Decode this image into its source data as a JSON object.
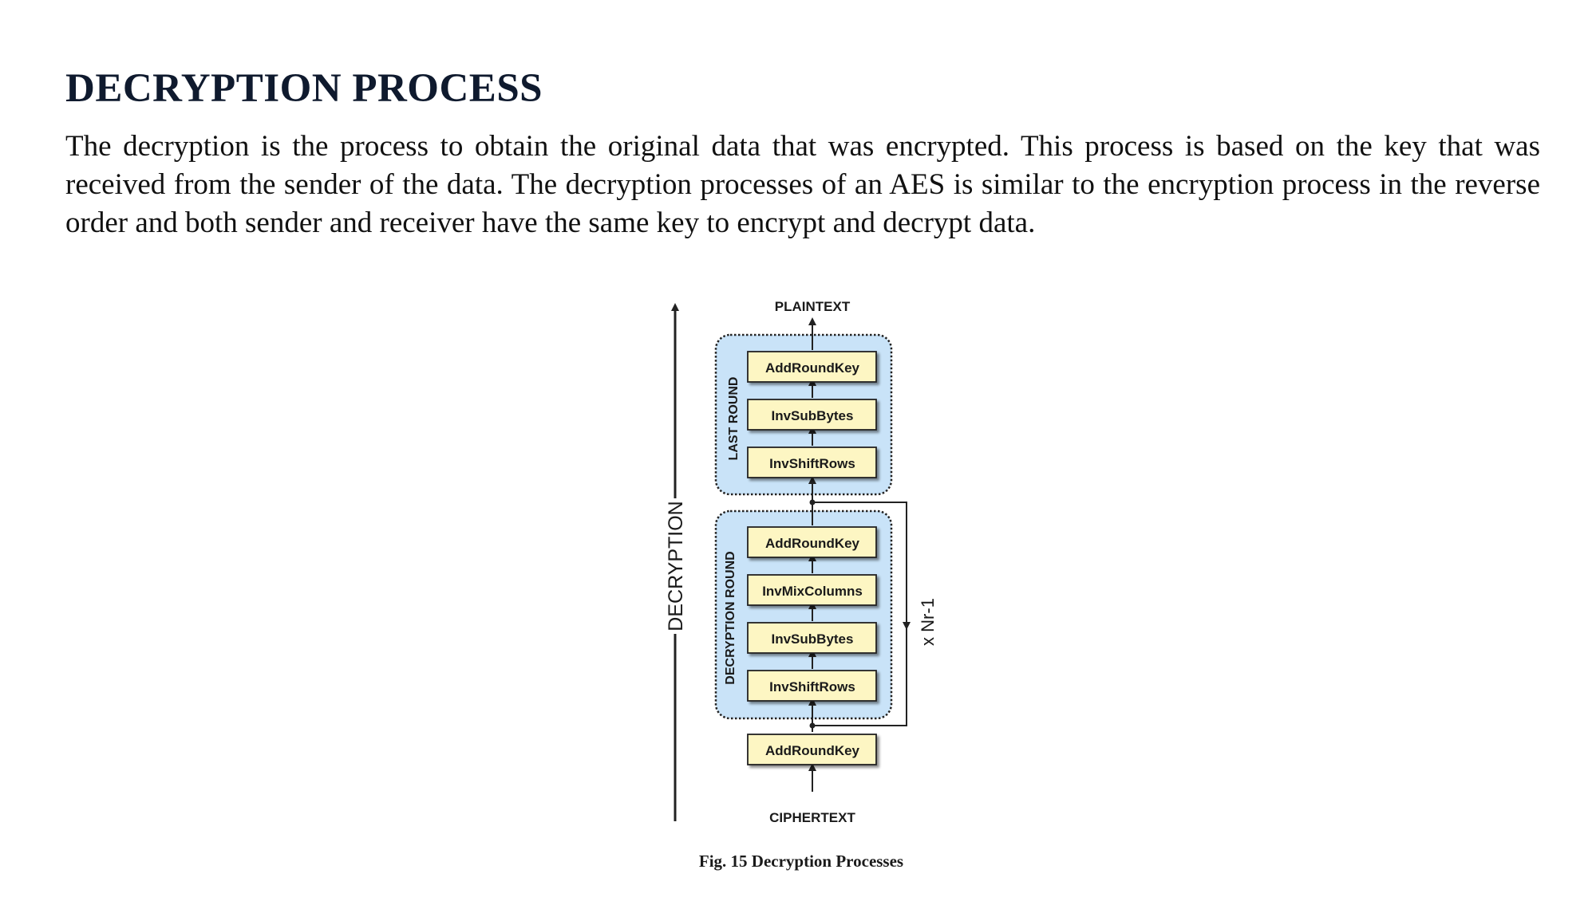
{
  "heading": "DECRYPTION PROCESS",
  "paragraph": "The decryption is the process to obtain the original data that was encrypted. This process is based on the key that was received from the sender of the data. The decryption processes of an AES is similar to the encryption process in the reverse order and both sender and receiver have the same key to encrypt and decrypt data.",
  "diagram": {
    "top_label": "PLAINTEXT",
    "bottom_label": "CIPHERTEXT",
    "side_label": "DECRYPTION",
    "repeat_label": "x Nr-1",
    "last_round": {
      "label": "LAST ROUND",
      "steps": [
        "AddRoundKey",
        "InvSubBytes",
        "InvShiftRows"
      ]
    },
    "decryption_round": {
      "label": "DECRYPTION ROUND",
      "steps": [
        "AddRoundKey",
        "InvMixColumns",
        "InvSubBytes",
        "InvShiftRows"
      ]
    },
    "initial_step": "AddRoundKey",
    "colors": {
      "round_fill": "#c9e3f8",
      "step_fill": "#fdf6c3",
      "line": "#222222"
    }
  },
  "caption": "Fig. 15 Decryption Processes"
}
